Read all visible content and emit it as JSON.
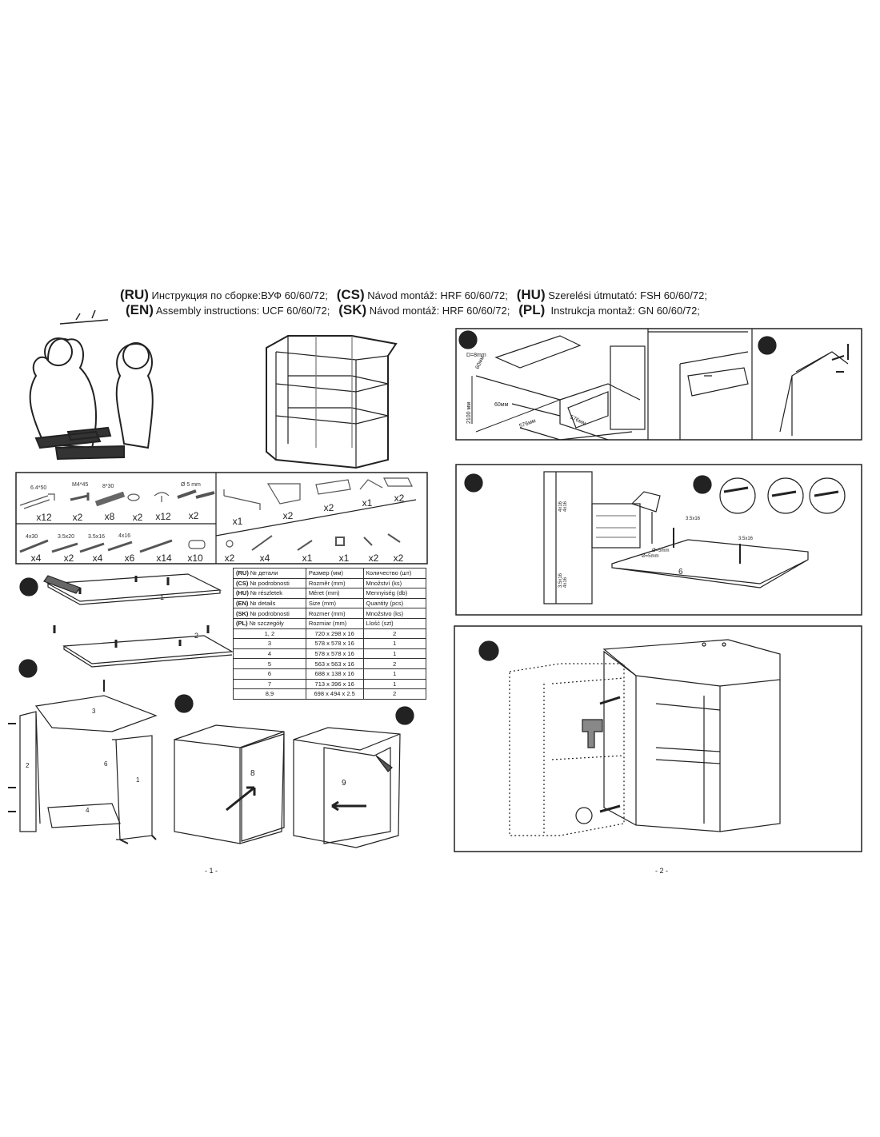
{
  "header": {
    "row1": [
      {
        "code": "(RU)",
        "text": "Инструкция по сборке:ВУФ 60/60/72;"
      },
      {
        "code": "(CS)",
        "text": "Návod montáž: HRF 60/60/72;"
      },
      {
        "code": "(HU)",
        "text": "Szerelési útmutató: FSH 60/60/72;"
      }
    ],
    "row2": [
      {
        "code": "(EN)",
        "text": "Assembly instructions: UCF 60/60/72;"
      },
      {
        "code": "(SK)",
        "text": "Návod montáž: HRF 60/60/72;"
      },
      {
        "code": "(PL)",
        "text": "Instrukcja montaž: GN 60/60/72;"
      }
    ]
  },
  "hardware": {
    "top_left": [
      {
        "label": "6.4*50",
        "qty": "x12",
        "icon": "dowel-anchor"
      },
      {
        "label": "M4*45",
        "qty": "x2",
        "icon": "bolt"
      },
      {
        "label": "8*30",
        "qty": "x8",
        "icon": "wooden-dowel"
      },
      {
        "label": "",
        "qty": "x2",
        "icon": "washer"
      },
      {
        "label": "",
        "qty": "x12",
        "icon": "shelf-pin"
      },
      {
        "label": "Ø 5 mm",
        "qty": "x2",
        "icon": "connector-bolt"
      }
    ],
    "bottom_left": [
      {
        "label": "4x30",
        "qty": "x4",
        "icon": "screw"
      },
      {
        "label": "3.5x20",
        "qty": "x2",
        "icon": "screw"
      },
      {
        "label": "3.5x16",
        "qty": "x4",
        "icon": "screw"
      },
      {
        "label": "4x16",
        "qty": "x6",
        "icon": "screw"
      },
      {
        "label": "",
        "qty": "x14",
        "icon": "nail"
      },
      {
        "label": "",
        "qty": "x10",
        "icon": "cam-dowel"
      }
    ],
    "top_right": [
      {
        "qty": "x1",
        "icon": "handle"
      },
      {
        "qty": "x2",
        "icon": "hanger-bracket"
      },
      {
        "qty": "x2",
        "icon": "mounting-rail"
      },
      {
        "qty": "x1",
        "icon": "allen-key"
      },
      {
        "qty": "x2",
        "icon": "bumper-pads"
      }
    ],
    "bottom_right": [
      {
        "qty": "x2",
        "icon": "cap"
      },
      {
        "qty": "x4",
        "icon": "wall-plug-screw"
      },
      {
        "qty": "x1",
        "icon": "pin"
      },
      {
        "qty": "x1",
        "icon": "hinge-plate"
      },
      {
        "qty": "x2",
        "icon": "clip"
      },
      {
        "qty": "x2",
        "icon": "hinge"
      }
    ]
  },
  "table": {
    "header_rows": [
      [
        "(RU)",
        "№ детали",
        "Размер  (мм)",
        "Количество (шт)"
      ],
      [
        "(CS)",
        "№ podrobnosti",
        "Rozměr (mm)",
        "Množství (ks)"
      ],
      [
        "(HU)",
        "№ részletek",
        "Méret (mm)",
        "Mennyiség (db)"
      ],
      [
        "(EN)",
        "№ details",
        "Size (mm)",
        "Quantity  (pcs)"
      ],
      [
        "(SK)",
        "№ podrobnosti",
        "Rozmer (mm)",
        "Množstvo (ks)"
      ],
      [
        "(PL)",
        "№ szczegóły",
        "Rozmiar (mm)",
        "Llość (szt)"
      ]
    ],
    "rows": [
      [
        "1, 2",
        "720 x 298 x 16",
        "2"
      ],
      [
        "3",
        "578 x 578 x 16",
        "1"
      ],
      [
        "4",
        "578 x 578 x 16",
        "1"
      ],
      [
        "5",
        "563 x 563 x 16",
        "2"
      ],
      [
        "6",
        "688 x 138 x 16",
        "1"
      ],
      [
        "7",
        "713 x 396 x 16",
        "1"
      ],
      [
        "8,9",
        "698 x 494 x 2.5",
        "2"
      ]
    ]
  },
  "steps": {
    "s1": "1",
    "s2": "2",
    "s3": "3",
    "s4": "4",
    "s5": "5",
    "s6": "6",
    "s7": "7",
    "s8": "8",
    "s9": "9"
  },
  "labels": {
    "p1": "1",
    "p2": "2",
    "p3": "3",
    "p4": "4",
    "p6": "6",
    "p1b": "1",
    "p2b": "2",
    "p8": "8",
    "p9": "9",
    "p6b": "6",
    "d8": "D=8mm",
    "d60a": "60мм",
    "d60b": "60мм",
    "h2100": "2100 мм",
    "w576a": "576мм",
    "w576b": "576мм",
    "s35a": "3.5x16",
    "s35b": "3.5x16",
    "dia1": "Ø=5mm",
    "dia2": "Ø=5mm",
    "m1": "4x16",
    "m2": "4x16",
    "m3": "3.5x16",
    "m4": "4x16"
  },
  "pages": {
    "left": "- 1 -",
    "right": "- 2 -"
  }
}
